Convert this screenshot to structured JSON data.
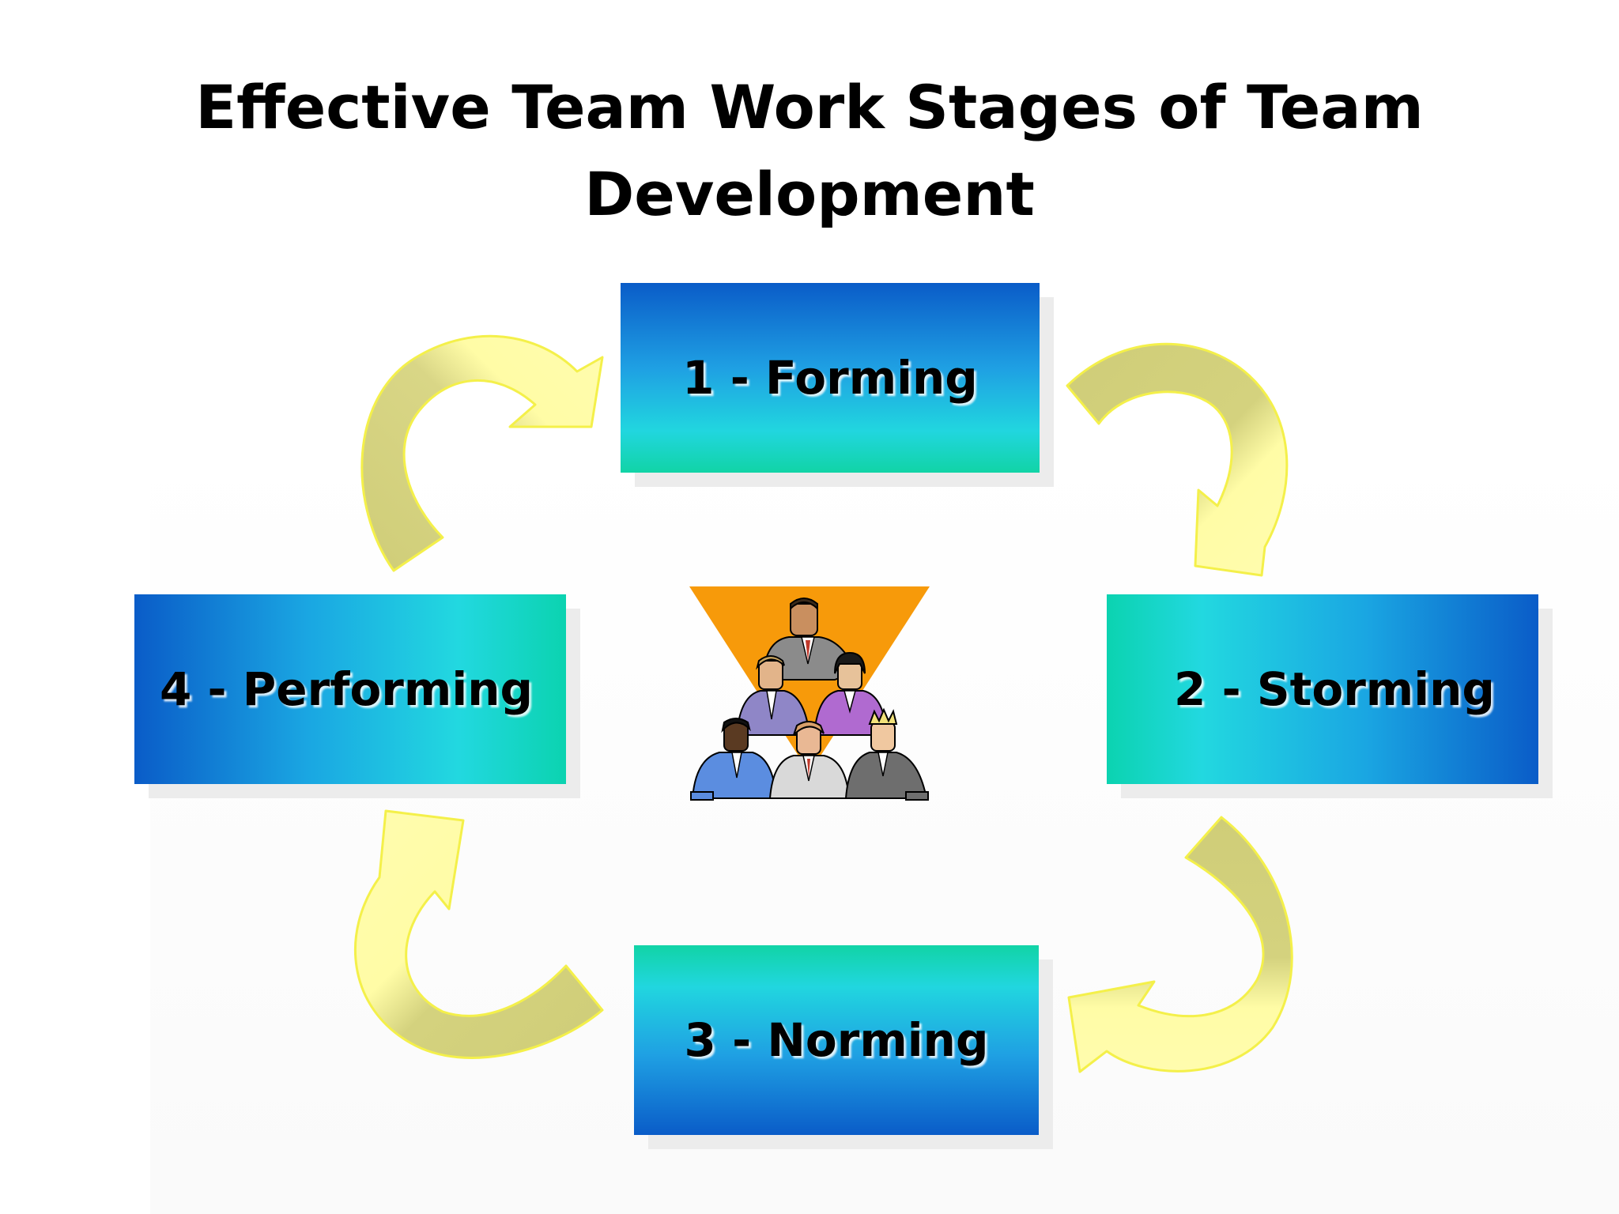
{
  "title": {
    "line1": "Effective Team Work Stages of Team",
    "line2": "Development"
  },
  "stages": [
    {
      "id": "forming",
      "label": "1 - Forming"
    },
    {
      "id": "storming",
      "label": "2 - Storming"
    },
    {
      "id": "norming",
      "label": "3 - Norming"
    },
    {
      "id": "performing",
      "label": "4 - Performing"
    }
  ],
  "colors": {
    "box_blue_dark": "#0a5cc8",
    "box_cyan": "#22d8e0",
    "box_teal": "#0bd3b0",
    "arrow_fill_light": "#fffca6",
    "arrow_fill_dark": "#cfcd78",
    "arrow_stroke": "#f4f04a",
    "clipart_orange": "#f79a0a"
  },
  "icons": {
    "center": "team-pyramid-clipart",
    "arrows": "curved-cycle-arrow"
  }
}
